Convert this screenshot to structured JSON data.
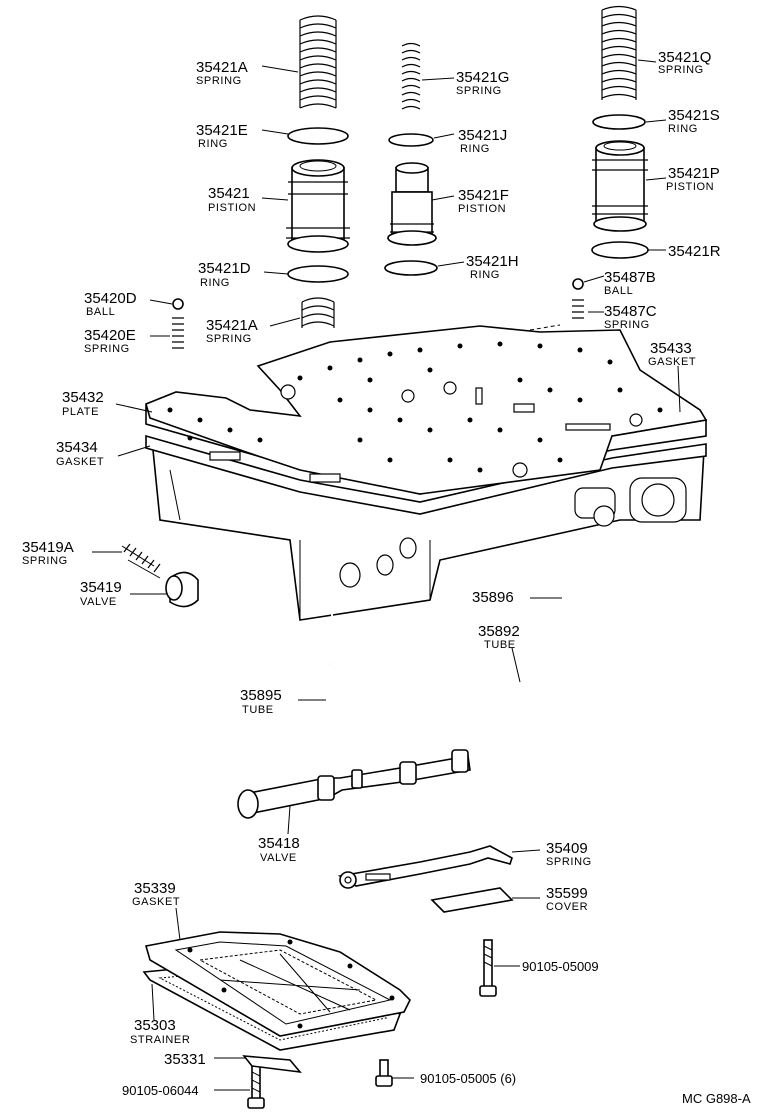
{
  "labels": [
    {
      "id": "35421A-spring",
      "part": "35421A",
      "name": "SPRING"
    },
    {
      "id": "35421E",
      "part": "35421E",
      "name": "RING"
    },
    {
      "id": "35421",
      "part": "35421",
      "name": "PISTION"
    },
    {
      "id": "35421D",
      "part": "35421D",
      "name": "RING"
    },
    {
      "id": "35421A-lower",
      "part": "35421A",
      "name": "SPRING"
    },
    {
      "id": "35420D",
      "part": "35420D",
      "name": "BALL"
    },
    {
      "id": "35420E",
      "part": "35420E",
      "name": "SPRING"
    },
    {
      "id": "35421G",
      "part": "35421G",
      "name": "SPRING"
    },
    {
      "id": "35421J",
      "part": "35421J",
      "name": "RING"
    },
    {
      "id": "35421F",
      "part": "35421F",
      "name": "PISTION"
    },
    {
      "id": "35421H",
      "part": "35421H",
      "name": "RING"
    },
    {
      "id": "35421Q",
      "part": "35421Q",
      "name": "SPRING"
    },
    {
      "id": "35421S",
      "part": "35421S",
      "name": "RING"
    },
    {
      "id": "35421P",
      "part": "35421P",
      "name": "PISTION"
    },
    {
      "id": "35421R",
      "part": "35421R",
      "name": ""
    },
    {
      "id": "35487B",
      "part": "35487B",
      "name": "BALL"
    },
    {
      "id": "35487C",
      "part": "35487C",
      "name": "SPRING"
    },
    {
      "id": "35433",
      "part": "35433",
      "name": "GASKET"
    },
    {
      "id": "35432",
      "part": "35432",
      "name": "PLATE"
    },
    {
      "id": "35434",
      "part": "35434",
      "name": "GASKET"
    },
    {
      "id": "35419A",
      "part": "35419A",
      "name": "SPRING"
    },
    {
      "id": "35419",
      "part": "35419",
      "name": "VALVE"
    },
    {
      "id": "35896",
      "part": "35896",
      "name": ""
    },
    {
      "id": "35892",
      "part": "35892",
      "name": "TUBE"
    },
    {
      "id": "35895",
      "part": "35895",
      "name": "TUBE"
    },
    {
      "id": "35418",
      "part": "35418",
      "name": "VALVE"
    },
    {
      "id": "35409",
      "part": "35409",
      "name": "SPRING"
    },
    {
      "id": "35599",
      "part": "35599",
      "name": "COVER"
    },
    {
      "id": "35339",
      "part": "35339",
      "name": "GASKET"
    },
    {
      "id": "35303",
      "part": "35303",
      "name": "STRAINER"
    },
    {
      "id": "35331",
      "part": "35331",
      "name": ""
    },
    {
      "id": "90105-05009",
      "part": "90105-05009",
      "name": ""
    },
    {
      "id": "90105-05005",
      "part": "90105-05005 (6)",
      "name": ""
    },
    {
      "id": "90105-06044",
      "part": "90105-06044",
      "name": ""
    }
  ],
  "footer_code": "MC G898-A"
}
